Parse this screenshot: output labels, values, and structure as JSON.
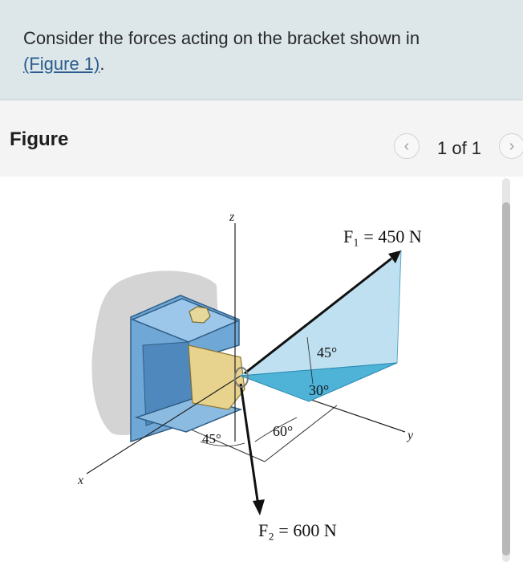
{
  "prompt": {
    "text": "Consider the forces acting on the bracket shown in",
    "link": "(Figure 1)",
    "after": "."
  },
  "figure": {
    "title": "Figure",
    "page": "1 of 1",
    "nav": {
      "prev": "‹",
      "next": "›"
    }
  },
  "diagram": {
    "axis_z": "z",
    "axis_x": "x",
    "axis_y": "y",
    "force1_label": "F₁ = 450 N",
    "force2_label": "F₂ = 600 N",
    "angle_45_top": "45°",
    "angle_30": "30°",
    "angle_60": "60°",
    "angle_45_floor": "45°"
  },
  "colors": {
    "prompt_bg": "#dde7ea",
    "link": "#2a5c8f",
    "bracket": "#6fa7d6",
    "plane_light": "#bfe0f0",
    "plane_dark": "#4fb3d8"
  }
}
